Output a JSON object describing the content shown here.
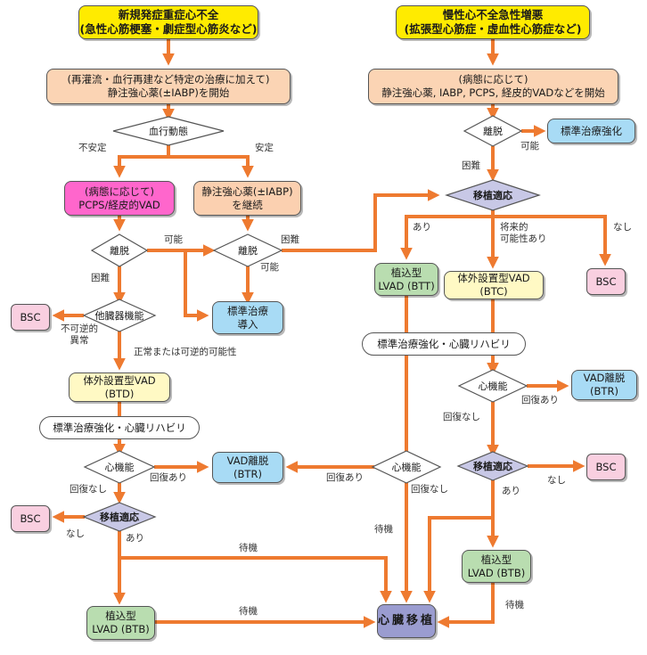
{
  "colors": {
    "arrow": "#ee7a30",
    "diamond_fill": "#ffffff",
    "diamond_fill_alt": "#c8c8e6",
    "yellow": "#ffeb00",
    "peach": "#fbd4b4",
    "pink": "#ff66cc",
    "blue": "#a8dbf5",
    "bsc": "#f9cfe0",
    "cream": "#fff9c4",
    "green": "#b9ddb0",
    "heart": "#9a9cd0"
  },
  "left": {
    "top_line1": "新規発症重症心不全",
    "top_line2": "(急性心筋梗塞・劇症型心筋炎など)",
    "initial_line1": "(再灌流・血行再建など特定の治療に加えて)",
    "initial_line2": "静注強心薬(±IABP)を開始",
    "hemo": "血行動態",
    "unstable": "不安定",
    "stable": "安定",
    "pcps_line1": "(病態に応じて)",
    "pcps_line2": "PCPS/経皮的VAD",
    "continue_line1": "静注強心薬(±IABP)",
    "continue_line2": "を継続",
    "wean1": "離脱",
    "wean2": "離脱",
    "possible1": "可能",
    "possible2": "可能",
    "difficult1": "困難",
    "difficult2": "困難",
    "std_intro_line1": "標準治療",
    "std_intro_line2": "導入",
    "organ": "他臓器機能",
    "irreversible_line1": "不可逆的",
    "irreversible_line2": "異常",
    "normal_reversible": "正常または可逆的可能性",
    "bsc1": "BSC",
    "btd_line1": "体外設置型VAD",
    "btd_line2": "(BTD)",
    "rehab": "標準治療強化・心臓リハビリ",
    "cardiac": "心機能",
    "recovery_yes": "回復あり",
    "recovery_no": "回復なし",
    "vad_wean_line1": "VAD離脱",
    "vad_wean_line2": "(BTR)",
    "tx": "移植適応",
    "no": "なし",
    "yes": "あり",
    "bsc2": "BSC",
    "wait1": "待機",
    "wait2": "待機",
    "btb_line1": "植込型",
    "btb_line2": "LVAD (BTB)"
  },
  "right": {
    "top_line1": "慢性心不全急性増悪",
    "top_line2": "(拡張型心筋症・虚血性心筋症など)",
    "initial_line1": "(病態に応じて)",
    "initial_line2": "静注強心薬, IABP, PCPS, 経皮的VADなどを開始",
    "wean": "離脱",
    "possible": "可能",
    "difficult": "困難",
    "std_enhance": "標準治療強化",
    "tx": "移植適応",
    "yes": "あり",
    "future_line1": "将来的",
    "future_line2": "可能性あり",
    "no": "なし",
    "btt_line1": "植込型",
    "btt_line2": "LVAD (BTT)",
    "btc_line1": "体外設置型VAD",
    "btc_line2": "(BTC)",
    "bsc_top": "BSC",
    "rehab": "標準治療強化・心臓リハビリ",
    "cardiac_right": "心機能",
    "recovery_yes": "回復あり",
    "recovery_no": "回復なし",
    "vad_wean_line1": "VAD離脱",
    "vad_wean_line2": "(BTR)",
    "tx2": "移植適応",
    "no2": "なし",
    "yes2": "あり",
    "bsc2": "BSC",
    "btb_line1": "植込型",
    "btb_line2": "LVAD (BTB)",
    "wait": "待機",
    "cardiac_mid": "心機能",
    "mid_recovery_yes": "回復あり",
    "mid_recovery_no": "回復なし",
    "wait_mid": "待機"
  },
  "center": {
    "heart_tx": "心臓移植"
  }
}
